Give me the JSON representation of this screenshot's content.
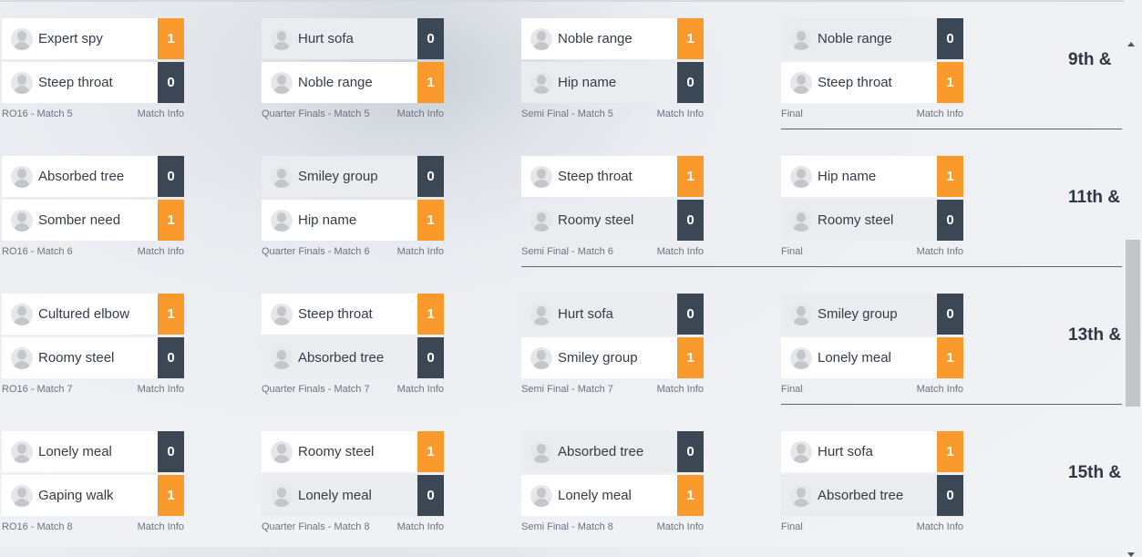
{
  "colors": {
    "win": "#fb9a2c",
    "lose": "#3c4756",
    "text": "#343c47"
  },
  "caption_info": "Match Info",
  "rows": [
    {
      "place": "9th &",
      "matches": [
        {
          "round": "RO16 - Match 5",
          "info": "Match Info",
          "p1": {
            "name": "Expert spy",
            "score": "1"
          },
          "p2": {
            "name": "Steep throat",
            "score": "0"
          }
        },
        {
          "round": "Quarter Finals - Match 5",
          "info": "Match Info",
          "p1": {
            "name": "Hurt sofa",
            "score": "0"
          },
          "p2": {
            "name": "Noble range",
            "score": "1"
          }
        },
        {
          "round": "Semi Final - Match 5",
          "info": "Match Info",
          "p1": {
            "name": "Noble range",
            "score": "1"
          },
          "p2": {
            "name": "Hip name",
            "score": "0"
          }
        },
        {
          "round": "Final",
          "info": "Match Info",
          "p1": {
            "name": "Noble range",
            "score": "0"
          },
          "p2": {
            "name": "Steep throat",
            "score": "1"
          }
        }
      ]
    },
    {
      "place": "11th &",
      "matches": [
        {
          "round": "RO16 - Match 6",
          "info": "Match Info",
          "p1": {
            "name": "Absorbed tree",
            "score": "0"
          },
          "p2": {
            "name": "Somber need",
            "score": "1"
          }
        },
        {
          "round": "Quarter Finals - Match 6",
          "info": "Match Info",
          "p1": {
            "name": "Smiley group",
            "score": "0"
          },
          "p2": {
            "name": "Hip name",
            "score": "1"
          }
        },
        {
          "round": "Semi Final - Match 6",
          "info": "Match Info",
          "p1": {
            "name": "Steep throat",
            "score": "1"
          },
          "p2": {
            "name": "Roomy steel",
            "score": "0"
          }
        },
        {
          "round": "Final",
          "info": "Match Info",
          "p1": {
            "name": "Hip name",
            "score": "1"
          },
          "p2": {
            "name": "Roomy steel",
            "score": "0"
          }
        }
      ]
    },
    {
      "place": "13th &",
      "matches": [
        {
          "round": "RO16 - Match 7",
          "info": "Match Info",
          "p1": {
            "name": "Cultured elbow",
            "score": "1"
          },
          "p2": {
            "name": "Roomy steel",
            "score": "0"
          }
        },
        {
          "round": "Quarter Finals - Match 7",
          "info": "Match Info",
          "p1": {
            "name": "Steep throat",
            "score": "1"
          },
          "p2": {
            "name": "Absorbed tree",
            "score": "0"
          }
        },
        {
          "round": "Semi Final - Match 7",
          "info": "Match Info",
          "p1": {
            "name": "Hurt sofa",
            "score": "0"
          },
          "p2": {
            "name": "Smiley group",
            "score": "1"
          }
        },
        {
          "round": "Final",
          "info": "Match Info",
          "p1": {
            "name": "Smiley group",
            "score": "0"
          },
          "p2": {
            "name": "Lonely meal",
            "score": "1"
          }
        }
      ]
    },
    {
      "place": "15th &",
      "matches": [
        {
          "round": "RO16 - Match 8",
          "info": "Match Info",
          "p1": {
            "name": "Lonely meal",
            "score": "0"
          },
          "p2": {
            "name": "Gaping walk",
            "score": "1"
          }
        },
        {
          "round": "Quarter Finals - Match 8",
          "info": "Match Info",
          "p1": {
            "name": "Roomy steel",
            "score": "1"
          },
          "p2": {
            "name": "Lonely meal",
            "score": "0"
          }
        },
        {
          "round": "Semi Final - Match 8",
          "info": "Match Info",
          "p1": {
            "name": "Absorbed tree",
            "score": "0"
          },
          "p2": {
            "name": "Lonely meal",
            "score": "1"
          }
        },
        {
          "round": "Final",
          "info": "Match Info",
          "p1": {
            "name": "Hurt sofa",
            "score": "1"
          },
          "p2": {
            "name": "Absorbed tree",
            "score": "0"
          }
        }
      ]
    }
  ]
}
